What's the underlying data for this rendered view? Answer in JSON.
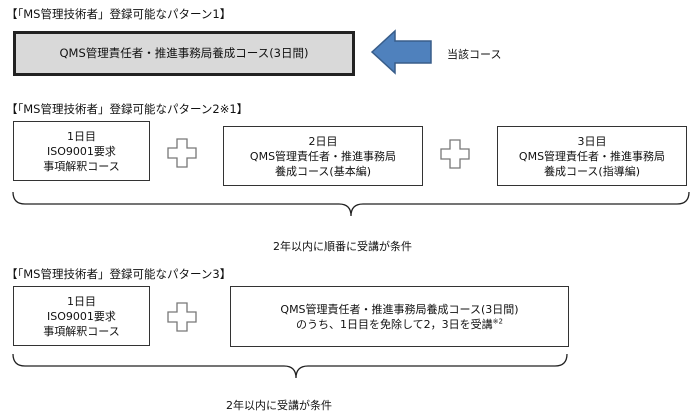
{
  "pattern1": {
    "heading": "【「MS管理技術者」登録可能なパターン1】",
    "course_box": "QMS管理責任者・推進事務局養成コース(3日間)",
    "arrow_label": "当該コース"
  },
  "pattern2": {
    "heading": "【「MS管理技術者」登録可能なパターン2※1】",
    "day1": [
      "1日目",
      "ISO9001要求",
      "事項解釈コース"
    ],
    "day2": [
      "2日目",
      "QMS管理責任者・推進事務局",
      "養成コース(基本編)"
    ],
    "day3": [
      "3日目",
      "QMS管理責任者・推進事務局",
      "養成コース(指導編)"
    ],
    "condition": "2年以内に順番に受講が条件"
  },
  "pattern3": {
    "heading": "【「MS管理技術者」登録可能なパターン3】",
    "day1": [
      "1日目",
      "ISO9001要求",
      "事項解釈コース"
    ],
    "course_line1": "QMS管理責任者・推進事務局養成コース(3日間)",
    "course_line2": "のうち、1日目を免除して2，3日を受講",
    "course_note_mark": "※2",
    "condition": "2年以内に受講が条件"
  },
  "colors": {
    "arrow_fill": "#4f81bd",
    "arrow_stroke": "#385d8a",
    "selected_box_fill": "#d9d9d9",
    "plus_stroke": "#777777"
  }
}
